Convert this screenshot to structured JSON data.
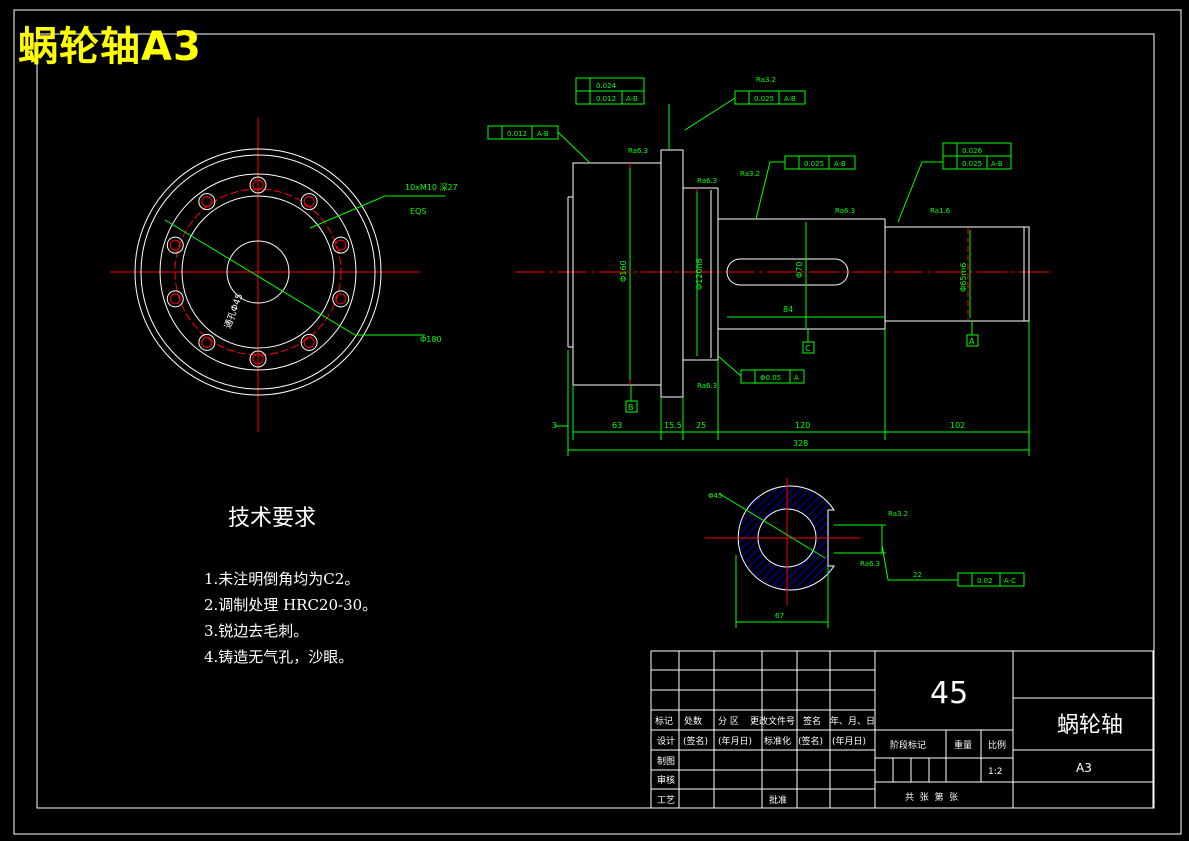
{
  "overlay_title": "蜗轮轴A3",
  "front_view": {
    "hole_callout": "10xM10 深27",
    "hole_callout2": "EQS",
    "pcd_label": "通孔Φ45",
    "outer_dia": "Φ180"
  },
  "side_view": {
    "dims": {
      "d160": "Φ160",
      "d120": "Φ120h6",
      "d70": "Φ70",
      "d65": "Φ65m6",
      "len_84": "84",
      "len_63": "63",
      "len_15": "15.5",
      "len_25": "25",
      "len_120": "120",
      "len_102": "102",
      "len_328": "328",
      "len_3": "3"
    },
    "datums": [
      "B",
      "C",
      "A"
    ],
    "roughness": [
      "Ra6.3",
      "Ra6.3",
      "Ra3.2",
      "Ra6.3",
      "Ra1.6",
      "Ra6.3",
      "Ra3.2"
    ],
    "tolerances": {
      "t1a": "0.024",
      "t1b": "0.012",
      "t1ref": "A-B",
      "t2": "0.025",
      "t2ref": "A-B",
      "t3": "0.012",
      "t3ref": "A-B",
      "t4": "0.025",
      "t4ref": "A-B",
      "t5a": "0.026",
      "t5b": "0.025",
      "t5ref": "A-B",
      "perp": "Φ0.05",
      "perpref": "A"
    }
  },
  "section_view": {
    "d45": "Φ45",
    "d67": "67",
    "w22": "22",
    "sym": "0.02",
    "symref": "A-C",
    "ra1": "Ra3.2",
    "ra2": "Ra6.3"
  },
  "tech_requirements": {
    "title": "技术要求",
    "items": [
      "1.未注明倒角均为C2。",
      "2.调制处理 HRC20-30。",
      "3.锐边去毛刺。",
      "4.铸造无气孔，沙眼。"
    ]
  },
  "title_block": {
    "material": "45",
    "part_name": "蜗轮轴",
    "sheet": "A3",
    "scale_label": "比例",
    "scale": "1:2",
    "weight_label": "重量",
    "stage_label": "阶段标记",
    "sheets_row": "共  张  第  张",
    "header_cols": [
      "标记",
      "处数",
      "分 区",
      "更改文件号",
      "签名",
      "年、月、日"
    ],
    "row_design": [
      "设计",
      "(签名)",
      "(年月日)",
      "标准化",
      "(签名)",
      "(年月日)"
    ],
    "row_draw": "制图",
    "row_check": "审核",
    "row_process": "工艺",
    "approve": "批准"
  },
  "colors": {
    "background": "#000000",
    "outline": "#ffffff",
    "dimension": "#00ff00",
    "centerline": "#ff0000",
    "hatch": "#0000ff",
    "title": "#ffff00"
  }
}
